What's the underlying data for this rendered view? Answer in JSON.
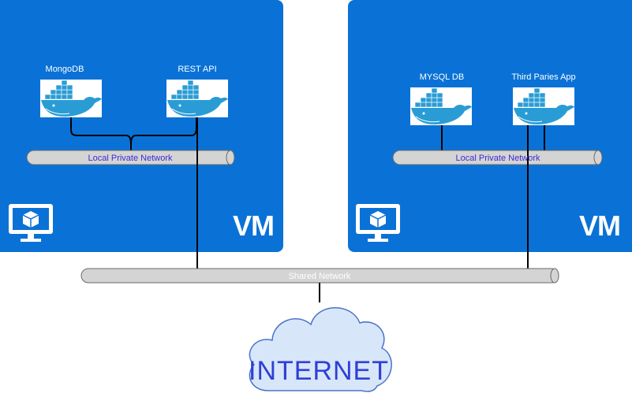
{
  "vms": [
    {
      "label": "VM",
      "containers": [
        {
          "label": "MongoDB"
        },
        {
          "label": "REST API"
        }
      ],
      "network_label": "Local Private Network"
    },
    {
      "label": "VM",
      "containers": [
        {
          "label": "MYSQL DB"
        },
        {
          "label": "Third Paries App"
        }
      ],
      "network_label": "Local Private Network"
    }
  ],
  "shared_network_label": "Shared Network",
  "internet_label": "INTERNET",
  "colors": {
    "vm_fill": "#0a72d6",
    "pipe_fill": "#d4d4d4",
    "local_network_text": "#3a2cd1",
    "shared_network_text": "#ffffff",
    "cloud_fill": "#d8e6fa",
    "internet_text": "#2f3fd6",
    "docker_blue": "#2a9cd5"
  },
  "icons": {
    "container": "docker-whale-icon",
    "vm": "monitor-cube-icon",
    "internet": "cloud-icon"
  }
}
